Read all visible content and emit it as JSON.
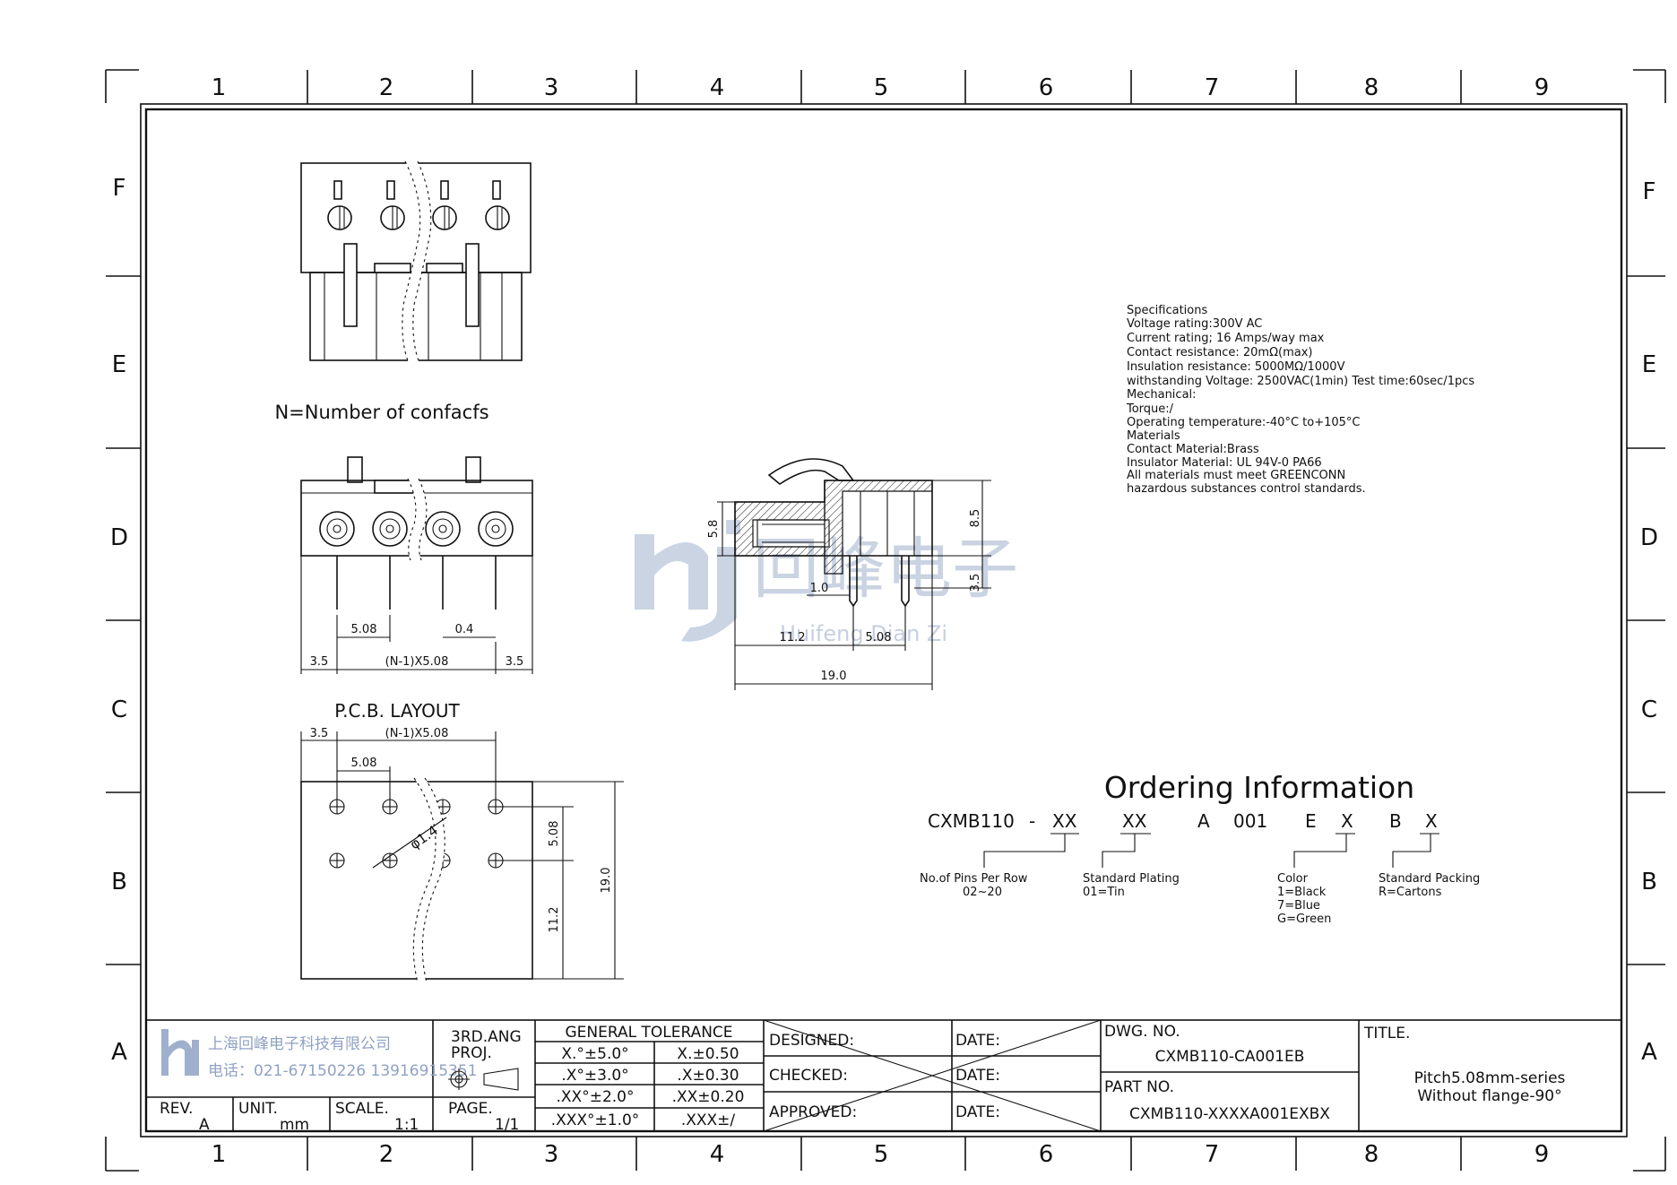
{
  "grid": {
    "columns": [
      "1",
      "2",
      "3",
      "4",
      "5",
      "6",
      "7",
      "8",
      "9"
    ],
    "rows": [
      "F",
      "E",
      "D",
      "C",
      "B",
      "A"
    ]
  },
  "front_view": {
    "note": "N=Number of confacfs"
  },
  "side_view": {
    "dims": {
      "pitch": "5.08",
      "gap": "0.4",
      "edge_left": "3.5",
      "span": "(N-1)X5.08",
      "edge_right": "3.5"
    }
  },
  "pcb_layout": {
    "title": "P.C.B. LAYOUT",
    "dims": {
      "edge": "3.5",
      "span": "(N-1)X5.08",
      "pitch": "5.08",
      "hole": "φ1.4",
      "row_pitch": "5.08",
      "lower": "11.2",
      "total": "19.0"
    }
  },
  "profile_view": {
    "dims": {
      "h1": "5.8",
      "h2": "8.5",
      "h3": "3.5",
      "pin": "1.0",
      "d1": "11.2",
      "d2": "5.08",
      "total": "19.0"
    }
  },
  "watermark": {
    "cn": "回峰电子",
    "pinyin": "Huifeng Dian Zi"
  },
  "specifications": [
    "Specifications",
    "Voltage rating:300V AC",
    "Current rating; 16 Amps/way max",
    "Contact resistance: 20mΩ(max)",
    "Insulation resistance: 5000MΩ/1000V",
    "withstanding Voltage: 2500VAC(1min) Test time:60sec/1pcs",
    "Mechanical:",
    "Torque:/",
    "Operating temperature:-40°C to+105°C",
    "Materials",
    "Contact Material:Brass",
    "Insulator Material: UL 94V-0 PA66",
    "All materials must meet GREENCONN",
    "hazardous substances control standards."
  ],
  "ordering": {
    "title": "Ordering Information",
    "code": [
      "CXMB110",
      "-",
      "XX",
      "XX",
      "A",
      "001",
      "E",
      "X",
      "B",
      "X"
    ],
    "labels": {
      "pins": [
        "No.of Pins Per Row",
        "02~20"
      ],
      "plating": [
        "Standard Plating",
        "01=Tin"
      ],
      "color": [
        "Color",
        "1=Black",
        "7=Blue",
        "G=Green"
      ],
      "packing": [
        "Standard Packing",
        "R=Cartons"
      ]
    }
  },
  "title_block": {
    "company": "上海回峰电子科技有限公司",
    "phone": "电话：021-67150226  13916915351",
    "rev_label": "REV.",
    "rev": "A",
    "unit_label": "UNIT.",
    "unit": "mm",
    "scale_label": "SCALE.",
    "scale": "1:1",
    "proj_label1": "3RD.ANG",
    "proj_label2": "PROJ.",
    "page_label": "PAGE.",
    "page": "1/1",
    "tolerance_title": "GENERAL TOLERANCE",
    "tolerance_rows": [
      [
        "X.°±5.0°",
        "X.±0.50"
      ],
      [
        ".X°±3.0°",
        ".X±0.30"
      ],
      [
        ".XX°±2.0°",
        ".XX±0.20"
      ],
      [
        ".XXX°±1.0°",
        ".XXX±/"
      ]
    ],
    "designed": "DESIGNED:",
    "checked": "CHECKED:",
    "approved": "APPROVED:",
    "date": "DATE:",
    "dwg_label": "DWG. NO.",
    "dwg_no": "CXMB110-CA001EB",
    "part_label": "PART NO.",
    "part_no": "CXMB110-XXXXA001EXBX",
    "title_label": "TITLE.",
    "title_line1": "Pitch5.08mm-series",
    "title_line2": "Without flange-90°"
  }
}
